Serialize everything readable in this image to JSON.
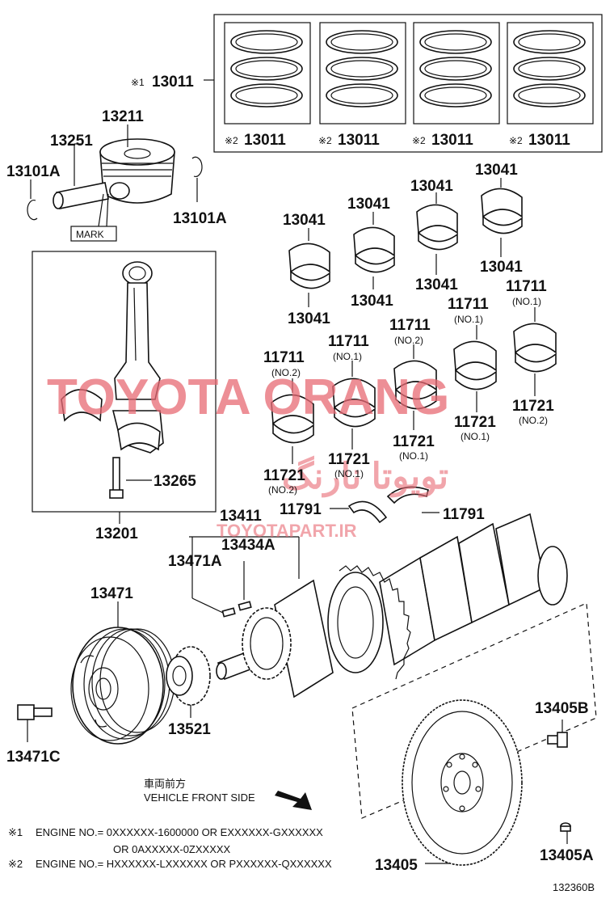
{
  "labels": {
    "p13011_top": "13011",
    "p13011_a": "13011",
    "p13011_b": "13011",
    "p13011_c": "13011",
    "p13011_d": "13011",
    "p13211": "13211",
    "p13251": "13251",
    "p13101A_l": "13101A",
    "p13101A_r": "13101A",
    "mark": "MARK",
    "p13201": "13201",
    "p13265": "13265",
    "p13041_1": "13041",
    "p13041_2": "13041",
    "p13041_3": "13041",
    "p13041_4": "13041",
    "p13041_5": "13041",
    "p13041_6": "13041",
    "p13041_7": "13041",
    "p13041_8": "13041",
    "p11711_1": "11711",
    "p11711_2": "11711",
    "p11711_3": "11711",
    "p11711_4": "11711",
    "p11711_5": "11711",
    "p11721_1": "11721",
    "p11721_2": "11721",
    "p11721_3": "11721",
    "p11721_4": "11721",
    "p11721_5": "11721",
    "p11791_l": "11791",
    "p11791_r": "11791",
    "p13411": "13411",
    "p13434A": "13434A",
    "p13471A": "13471A",
    "p13471": "13471",
    "p13471C": "13471C",
    "p13521": "13521",
    "p13405B": "13405B",
    "p13405": "13405",
    "p13405A": "13405A",
    "diagram_id": "132360B"
  },
  "subs": {
    "no1": "(NO.1)",
    "no2": "(NO.2)"
  },
  "marks": {
    "m1": "※1",
    "m2": "※2"
  },
  "direction": {
    "jp": "車両前方",
    "en": "VEHICLE FRONT SIDE"
  },
  "notes": {
    "n1_mark": "※1",
    "n1_text": "ENGINE NO.= 0XXXXXX-1600000 OR EXXXXXX-GXXXXXX",
    "n1_cont": "OR 0AXXXXX-0ZXXXXX",
    "n2_mark": "※2",
    "n2_text": "ENGINE NO.= HXXXXXX-LXXXXXX OR PXXXXXX-QXXXXXX"
  },
  "watermark": {
    "main": "TOYOTA ORANG",
    "persian": "تویوتا نارنگ",
    "url": "TOYOTAPART.IR",
    "color": "#e86a74"
  }
}
